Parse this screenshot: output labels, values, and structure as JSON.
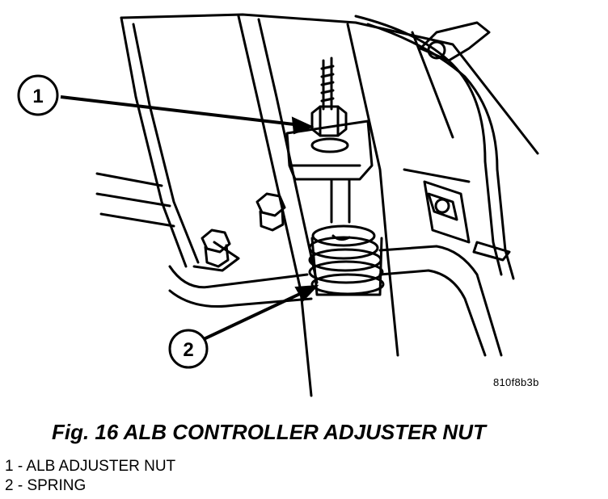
{
  "callouts": [
    {
      "number": "1"
    },
    {
      "number": "2"
    }
  ],
  "image_code": "810f8b3b",
  "figure_title": "Fig. 16 ALB CONTROLLER ADJUSTER NUT",
  "legend": [
    {
      "text": "1 - ALB ADJUSTER NUT"
    },
    {
      "text": "2 - SPRING"
    }
  ]
}
